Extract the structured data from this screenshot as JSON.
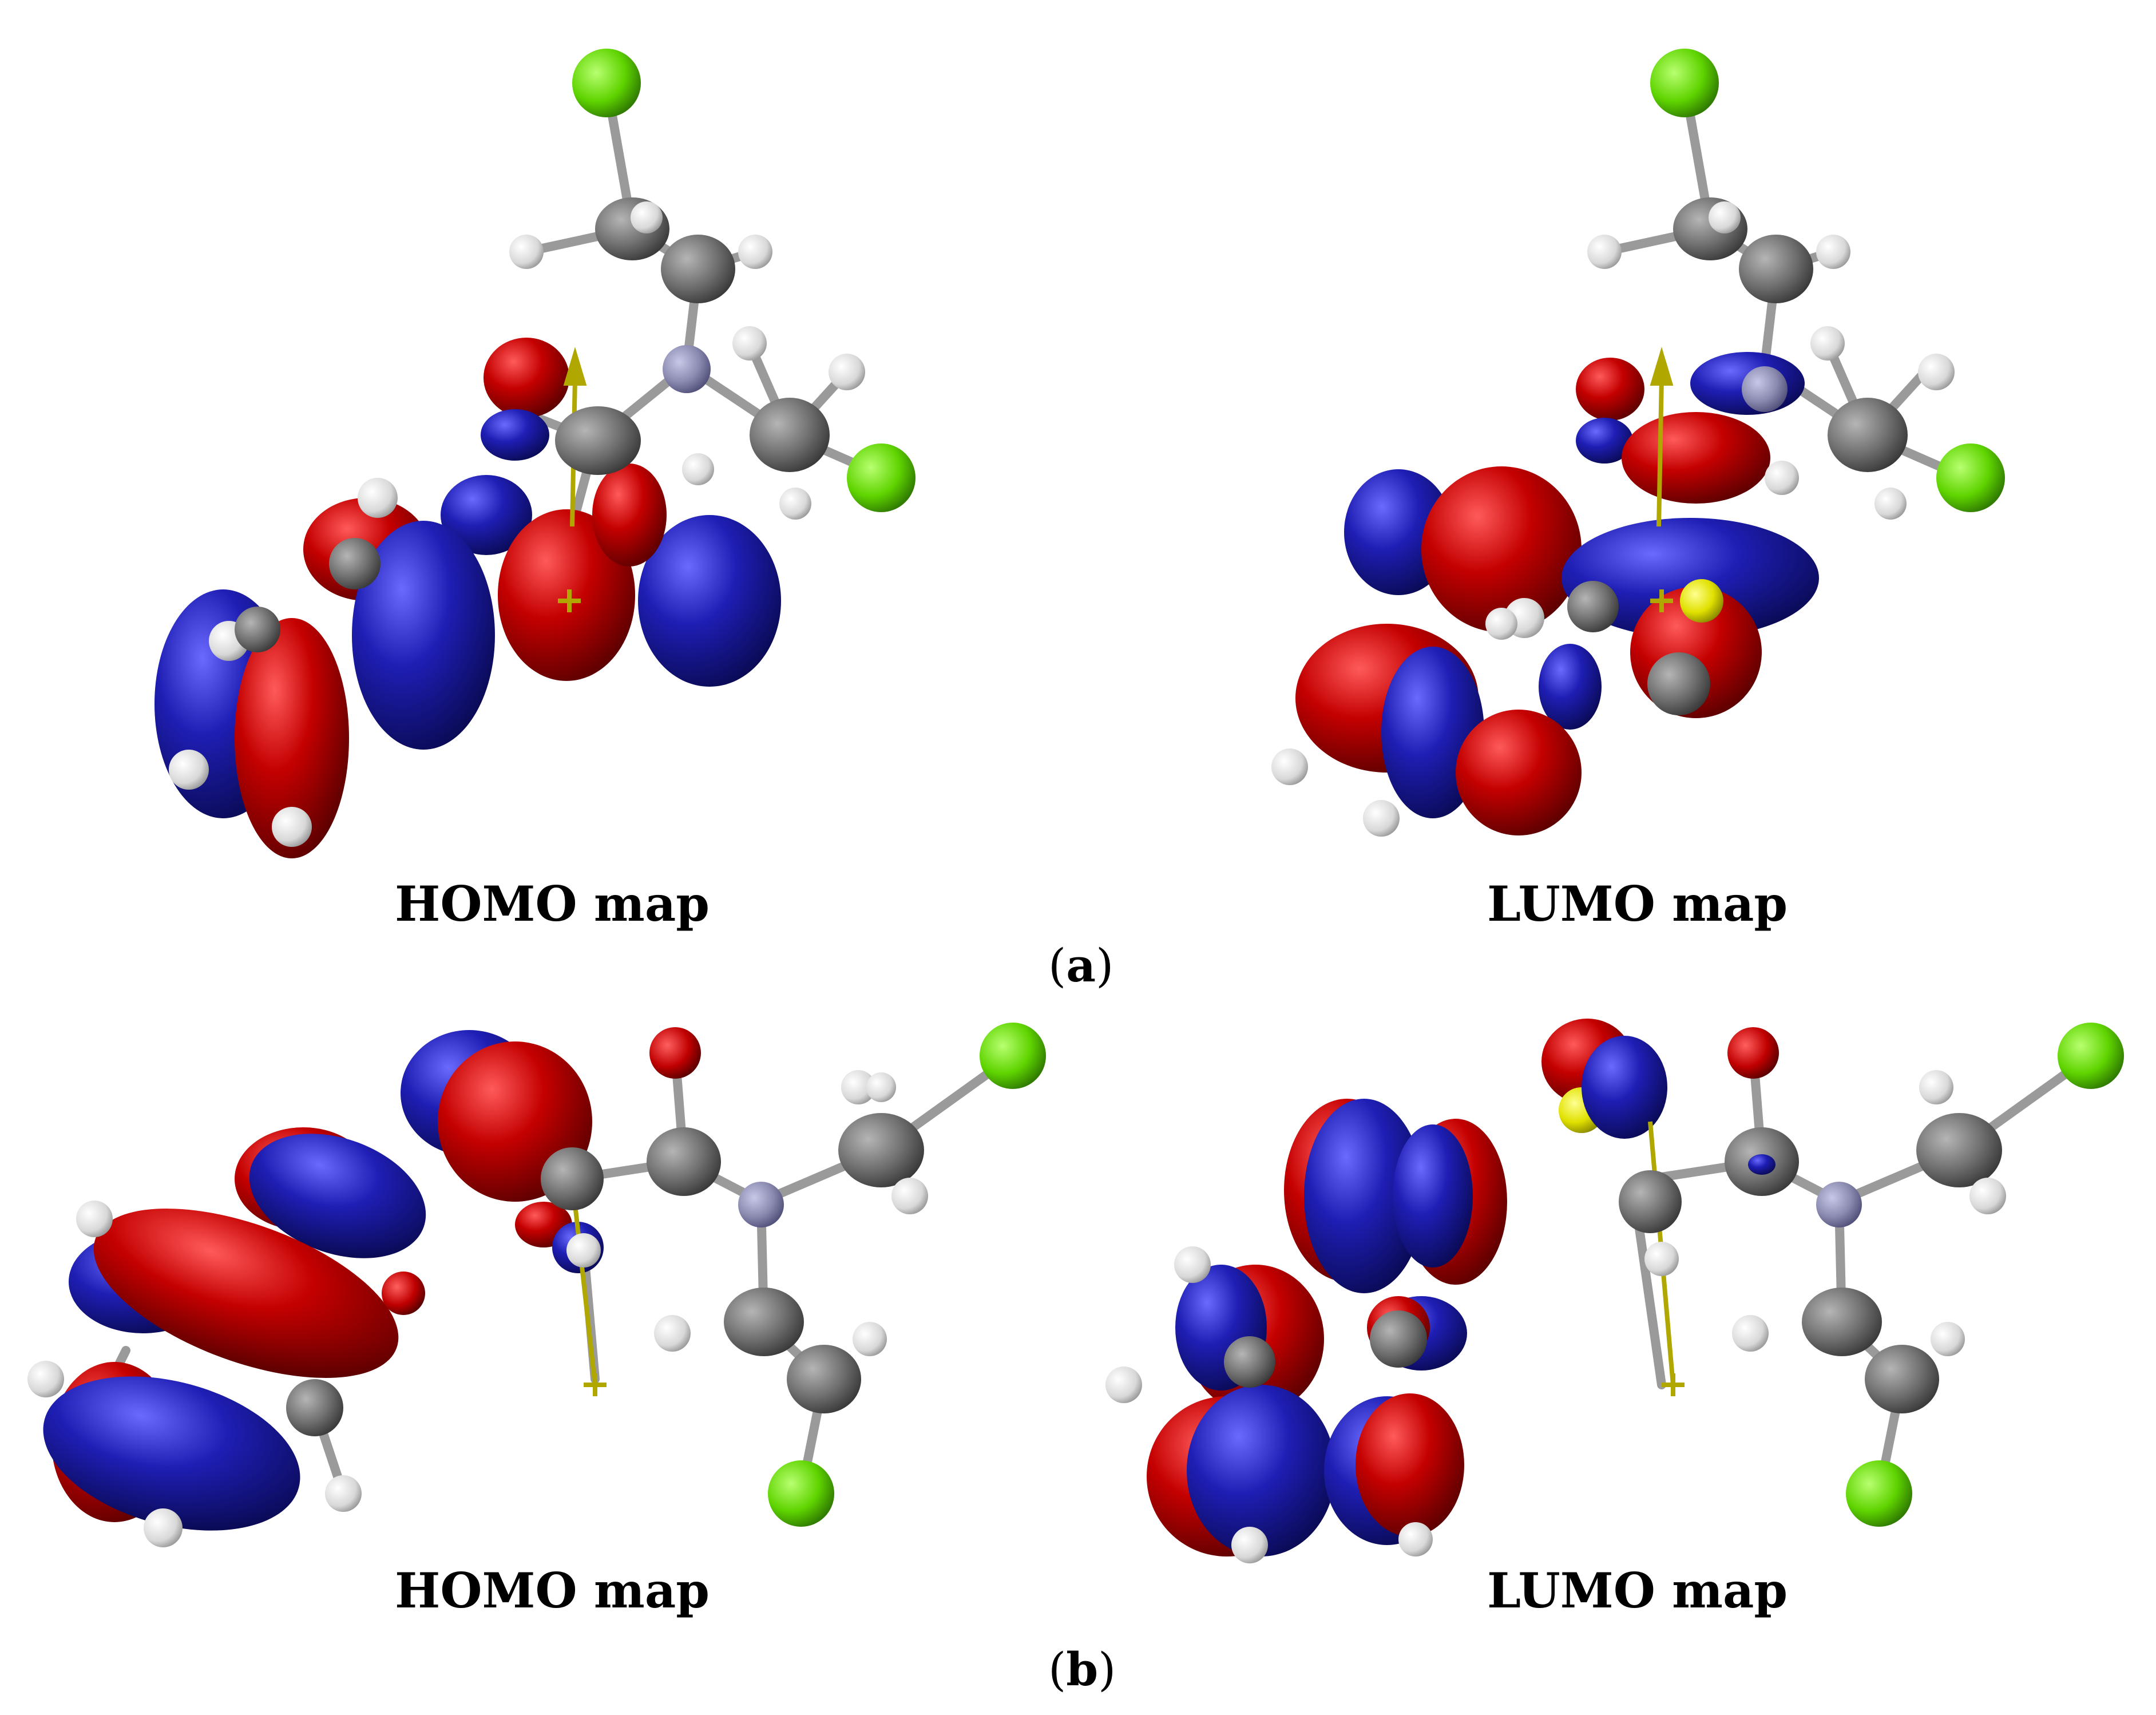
{
  "figure": {
    "row_a": {
      "left_caption": "HOMO map",
      "right_caption": "LUMO map",
      "label_letter": "a"
    },
    "row_b": {
      "left_caption": "HOMO map",
      "right_caption": "LUMO map",
      "label_letter": "b"
    },
    "colors": {
      "orbital_positive": "#c40000",
      "orbital_negative": "#1e1eb4",
      "carbon": "#6e6e6e",
      "hydrogen": "#e6e6e6",
      "nitrogen": "#8a8ab0",
      "oxygen": "#c00000",
      "chlorine": "#5fd400",
      "sulfur": "#e0e000",
      "dipole_arrow": "#b0a800"
    }
  }
}
